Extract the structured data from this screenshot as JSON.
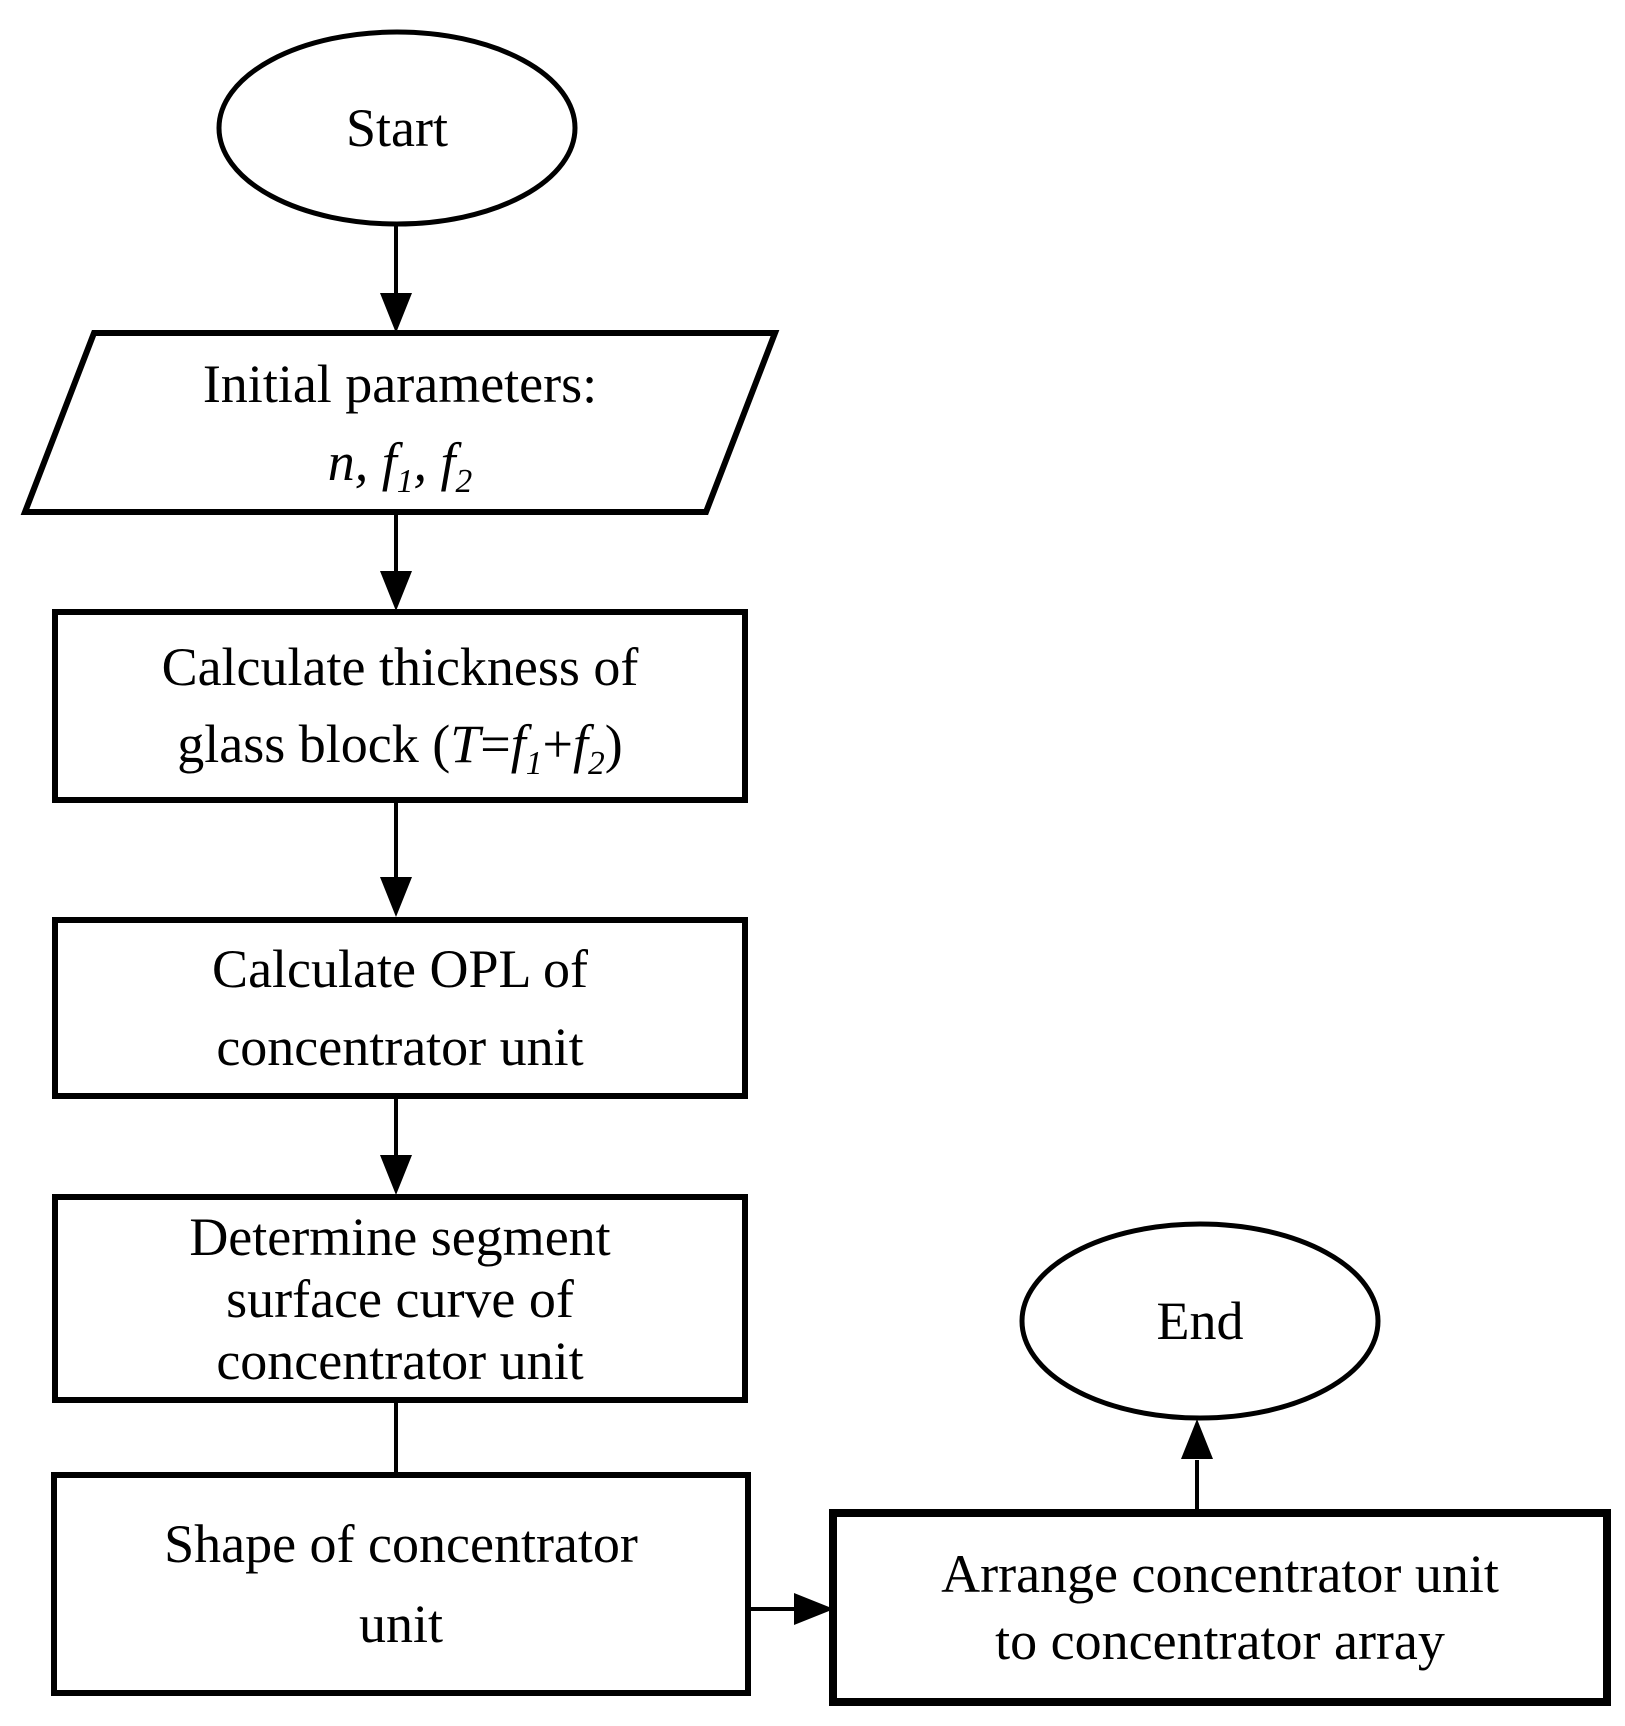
{
  "colors": {
    "ink": "#000000",
    "background": "#ffffff"
  },
  "nodes": {
    "start": {
      "label": "Start"
    },
    "initial_params": {
      "line1": "Initial parameters:",
      "formula": {
        "p1": "n, f",
        "sub1": "1",
        "p2": ", f",
        "sub2": "2"
      }
    },
    "calc_thickness": {
      "line1": "Calculate thickness of",
      "line2": {
        "prefix": "glass block (",
        "t": "T",
        "eq": "=",
        "f1": "f",
        "sub1": "1",
        "plus": "+",
        "f2": "f",
        "sub2": "2",
        "suffix": ")"
      }
    },
    "calc_opl": {
      "line1": "Calculate OPL of",
      "line2": "concentrator unit"
    },
    "determine_segment": {
      "line1": "Determine segment",
      "line2": "surface curve of",
      "line3": "concentrator unit"
    },
    "shape_unit": {
      "line1": "Shape of concentrator",
      "line2": "unit"
    },
    "arrange_unit": {
      "line1": "Arrange concentrator unit",
      "line2": "to concentrator array"
    },
    "end": {
      "label": "End"
    }
  }
}
